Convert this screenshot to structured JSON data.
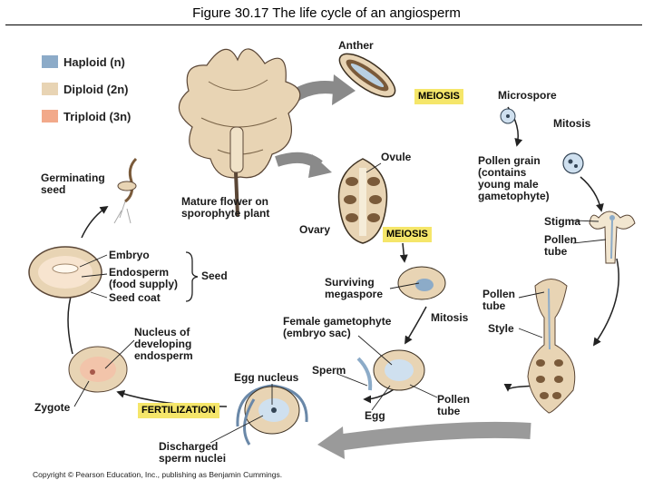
{
  "title": "Figure 30.17  The life cycle of an angiosperm",
  "legend": [
    {
      "label": "Haploid (n)",
      "color": "#8cabc8"
    },
    {
      "label": "Diploid (2n)",
      "color": "#e8d4b4"
    },
    {
      "label": "Triploid (3n)",
      "color": "#f2a98a"
    }
  ],
  "labels": {
    "anther": "Anther",
    "microspore": "Microspore",
    "mitosis_top": "Mitosis",
    "pollen_grain": "Pollen grain\n(contains\nyoung male\ngametophyte)",
    "stigma": "Stigma",
    "pollen_tube_1": "Pollen\ntube",
    "pollen_tube_2": "Pollen\ntube",
    "style": "Style",
    "ovule": "Ovule",
    "mature_flower": "Mature flower on\nsporophyte plant",
    "ovary": "Ovary",
    "germinating_seed": "Germinating\nseed",
    "embryo": "Embryo",
    "endosperm": "Endosperm\n(food supply)",
    "seed_coat": "Seed coat",
    "seed": "Seed",
    "surviving_megaspore": "Surviving\nmegaspore",
    "female_gametophyte": "Female gametophyte\n(embryo sac)",
    "mitosis_mid": "Mitosis",
    "nucleus_endosperm": "Nucleus of\ndeveloping\nendosperm",
    "egg_nucleus": "Egg nucleus",
    "sperm": "Sperm",
    "pollen_tube_3": "Pollen\ntube",
    "egg": "Egg",
    "zygote": "Zygote",
    "discharged_sperm": "Discharged\nsperm nuclei"
  },
  "badges": {
    "meiosis_1": "MEIOSIS",
    "meiosis_2": "MEIOSIS",
    "fertilization": "FERTILIZATION"
  },
  "colors": {
    "haploid": "#8cabc8",
    "diploid": "#e8d4b4",
    "triploid": "#f2a98a",
    "badge_bg": "#f5e66a",
    "arrow": "#8a8a8a"
  },
  "copyright": "Copyright © Pearson Education, Inc., publishing as Benjamin Cummings."
}
